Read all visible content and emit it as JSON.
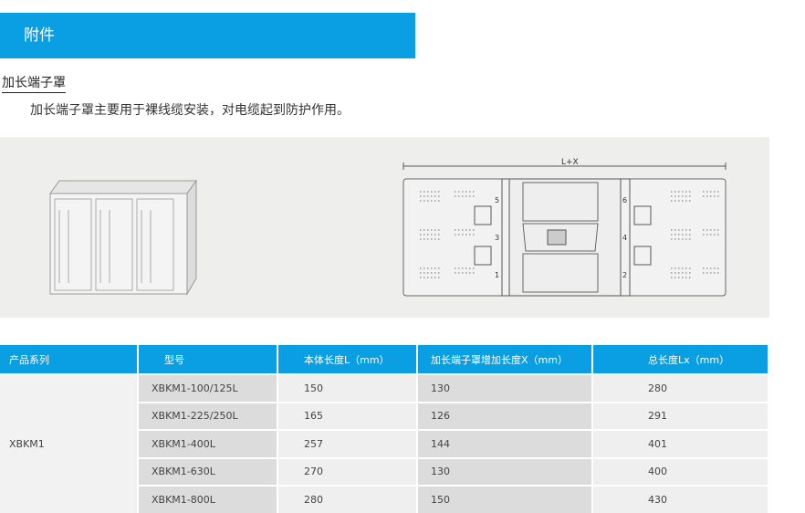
{
  "header": {
    "title": "附件"
  },
  "section": {
    "subtitle": "加长端子罩",
    "description": "加长端子罩主要用于裸线缆安装，对电缆起到防护作用。"
  },
  "drawing": {
    "dimension_label": "L+X",
    "left_labels": [
      "5",
      "3",
      "1"
    ],
    "right_labels": [
      "6",
      "4",
      "2"
    ]
  },
  "table": {
    "headers": [
      "产品系列",
      "型号",
      "本体长度L（mm）",
      "加长端子罩增加长度X（mm）",
      "总长度Lx（mm）"
    ],
    "series": "XBKM1",
    "rows": [
      {
        "model": "XBKM1-100/125L",
        "L": "150",
        "X": "130",
        "Lx": "280"
      },
      {
        "model": "XBKM1-225/250L",
        "L": "165",
        "X": "126",
        "Lx": "291"
      },
      {
        "model": "XBKM1-400L",
        "L": "257",
        "X": "144",
        "Lx": "401"
      },
      {
        "model": "XBKM1-630L",
        "L": "270",
        "X": "130",
        "Lx": "400"
      },
      {
        "model": "XBKM1-800L",
        "L": "280",
        "X": "150",
        "Lx": "430"
      }
    ]
  }
}
